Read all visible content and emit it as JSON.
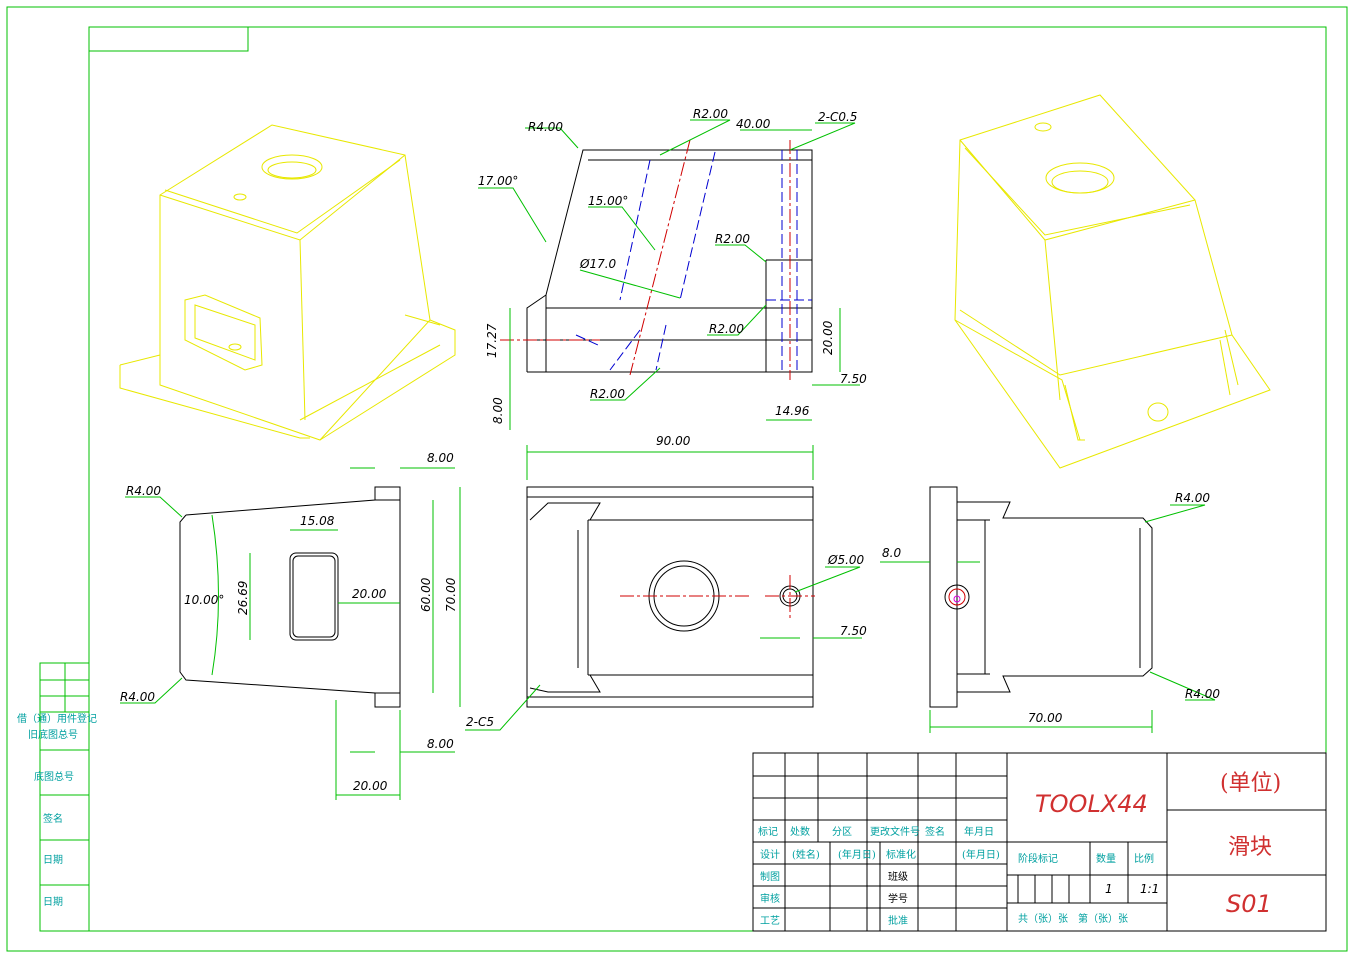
{
  "dims": {
    "r400_top": "R4.00",
    "r200_top": "R2.00",
    "d40": "40.00",
    "c05": "2-C0.5",
    "a17": "17.00°",
    "a15": "15.00°",
    "phi17": "Ø17.0",
    "r200_mid": "R2.00",
    "r200_mid2": "R2.00",
    "r200_bot": "R2.00",
    "d1727": "17.27",
    "d800v": "8.00",
    "d2000v": "20.00",
    "d750a": "7.50",
    "d1496": "14.96",
    "d90": "90.00",
    "d800a": "8.00",
    "r400_l1": "R4.00",
    "r400_l2": "R4.00",
    "d1508": "15.08",
    "d1000": "10.00°",
    "d2669": "26.69",
    "d2000h": "20.00",
    "d6000": "60.00",
    "d7000v": "70.00",
    "d800b": "8.00",
    "d2000b": "20.00",
    "c5": "2-C5",
    "phi5": "Ø5.00",
    "d750b": "7.50",
    "d80": "8.0",
    "r400_r1": "R4.00",
    "r400_r2": "R4.00",
    "d7000h": "70.00"
  },
  "side_block": {
    "r1": "借（通）用件登记",
    "r2": "旧底图总号",
    "r3": "底图总号",
    "r4": "签名",
    "r5": "日期",
    "r6": "日期"
  },
  "title_block": {
    "h1": "标记",
    "h2": "处数",
    "h3": "分区",
    "h4": "更改文件号",
    "h5": "签名",
    "h6": "年月日",
    "r1a": "设计",
    "r1b": "(姓名)",
    "r1c": "(年月日)",
    "r1d": "标准化",
    "r1e": "(年月日)",
    "r2a": "制图",
    "r2b": "班级",
    "r3a": "审核",
    "r3b": "学号",
    "r4a": "工艺",
    "r4b": "批准",
    "stage": "阶段标记",
    "weight": "数量",
    "scale": "比例",
    "qty": "1",
    "ratio": "1:1",
    "sheets": "共（张）张　第（张）张",
    "drawing_name": "TOOLX44",
    "unit": "(单位)",
    "part_name": "滑块",
    "part_code": "S01"
  }
}
